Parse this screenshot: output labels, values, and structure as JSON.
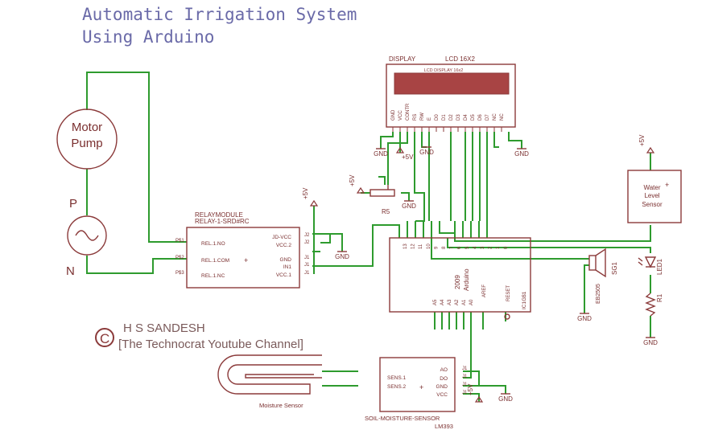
{
  "title": {
    "line1": "Automatic Irrigation System",
    "line2": "Using Arduino"
  },
  "motor": {
    "label_line1": "Motor",
    "label_line2": "Pump"
  },
  "ac_source": {
    "p_label": "P",
    "n_label": "N"
  },
  "relay": {
    "name": "RELAYMODULE",
    "part": "RELAY-1-SRD#RC",
    "pins_left": [
      "REL.1.NO",
      "REL.1.COM",
      "REL.1.NC"
    ],
    "pins_right": [
      "JD-VCC",
      "VCC.2",
      "GND",
      "IN1",
      "VCC.1"
    ],
    "connectors_left": [
      "P$1",
      "P$2",
      "P$3"
    ],
    "connectors_right": [
      "J2",
      "J2",
      "J1",
      "J1",
      "J1"
    ]
  },
  "lcd": {
    "designator": "DISPLAY",
    "type": "LCD 16X2",
    "screen_label": "LCD DISPLAY 16x2",
    "pins": [
      "GND",
      "VCC",
      "CONTR",
      "RS",
      "RW",
      "E",
      "D0",
      "D1",
      "D2",
      "D3",
      "D4",
      "D5",
      "D6",
      "D7",
      "NC",
      "NC"
    ]
  },
  "arduino": {
    "name": "Arduino",
    "year": "2009",
    "designator": "IC1G$1",
    "digital_pins": [
      "13",
      "12",
      "11",
      "10",
      "9",
      "8",
      "7",
      "6",
      "5",
      "4",
      "3",
      "2",
      "1",
      "0"
    ],
    "analog_pins": [
      "A5",
      "A4",
      "A3",
      "A2",
      "A1",
      "A0"
    ],
    "aref": "AREF",
    "reset": "RESET"
  },
  "pot": {
    "label": "R5"
  },
  "buzzer": {
    "label": "SG1",
    "part": "EB2505"
  },
  "led": {
    "label": "LED1"
  },
  "resistor": {
    "label": "R1"
  },
  "water_sensor": {
    "line1": "Water",
    "line2": "Level",
    "line3": "Sensor"
  },
  "moisture": {
    "probe_label": "Moisture Sensor",
    "module_name": "SOIL-MOISTURE-SENSOR",
    "module_part": "LM393",
    "pins_left": [
      "SENS.1",
      "SENS.2"
    ],
    "pins_right": [
      "AO",
      "DO",
      "GND",
      "VCC"
    ],
    "connectors_right": [
      "J1",
      "J1",
      "J1",
      "J1"
    ]
  },
  "power": {
    "gnd": "GND",
    "vcc5": "+5V"
  },
  "author": {
    "name": "H S SANDESH",
    "channel": "[The Technocrat Youtube Channel]",
    "logo_letter": "C"
  }
}
